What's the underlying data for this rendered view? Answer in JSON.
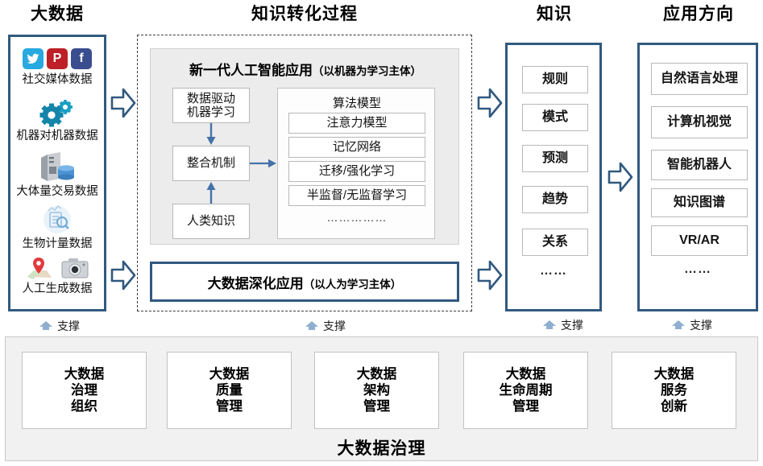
{
  "columns": {
    "big_data": "大数据",
    "process": "知识转化过程",
    "knowledge": "知识",
    "application": "应用方向"
  },
  "big_data_sources": [
    {
      "label": "社交媒体数据",
      "icons": [
        "twitter-icon",
        "pinterest-icon",
        "facebook-icon"
      ]
    },
    {
      "label": "机器对机器数据",
      "icons": [
        "gears-icon"
      ]
    },
    {
      "label": "大体量交易数据",
      "icons": [
        "server-database-icon"
      ]
    },
    {
      "label": "生物计量数据",
      "icons": [
        "biometric-icon"
      ]
    },
    {
      "label": "人工生成数据",
      "icons": [
        "map-pin-icon",
        "camera-icon"
      ]
    }
  ],
  "process": {
    "ai_panel_title_main": "新一代人工智能应用",
    "ai_panel_title_sub": "（以机器为学习主体）",
    "flow_boxes": [
      "数据驱动\n机器学习",
      "整合机制",
      "人类知识"
    ],
    "flow_box_1_line1": "数据驱动",
    "flow_box_1_line2": "机器学习",
    "flow_box_2": "整合机制",
    "flow_box_3": "人类知识",
    "algo_title": "算法模型",
    "algo_items": [
      "注意力模型",
      "记忆网络",
      "迁移/强化学习",
      "半监督/无监督学习"
    ],
    "algo_ellipsis": "……………",
    "deep_title_main": "大数据深化应用",
    "deep_title_sub": "（以人为学习主体）"
  },
  "knowledge_items": [
    "规则",
    "模式",
    "预测",
    "趋势",
    "关系"
  ],
  "knowledge_ellipsis": "……",
  "application_items": [
    "自然语言处理",
    "计算机视觉",
    "智能机器人",
    "知识图谱",
    "VR/AR"
  ],
  "application_ellipsis": "……",
  "support_label": "支撑",
  "governance": {
    "title": "大数据治理",
    "cells": [
      [
        "大数据",
        "治理",
        "组织"
      ],
      [
        "大数据",
        "质量",
        "管理"
      ],
      [
        "大数据",
        "架构",
        "管理"
      ],
      [
        "大数据",
        "生命周期",
        "管理"
      ],
      [
        "大数据",
        "服务",
        "创新"
      ]
    ]
  },
  "colors": {
    "navy_border": "#31597f",
    "arrow_blue": "#4472a8",
    "support_arrow": "#8fafd0",
    "panel_grey": "#ececec",
    "band_grey": "#f1f1f1"
  }
}
